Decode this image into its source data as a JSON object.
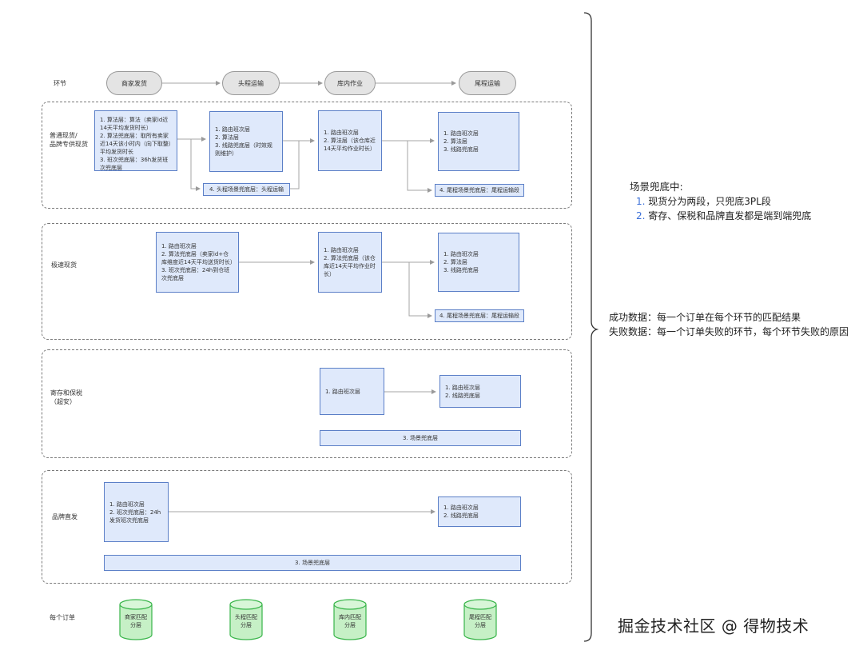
{
  "diagram": {
    "row_labels": {
      "stages": "环节",
      "normal": [
        "普通现货/",
        "品牌专供现货"
      ],
      "express": "极速现货",
      "consign": [
        "寄存和保税",
        "（超安）"
      ],
      "brand": "品牌直发",
      "order": "每个订单"
    },
    "stages": [
      "商家发货",
      "头程运输",
      "库内作业",
      "尾程运输"
    ],
    "normal": {
      "seller_box": [
        "1. 算法层：算法（卖家id近14天平均发货时长）",
        "2. 算法兜底层：取所有卖家近14天该小时内（向下取整）平均发货时长",
        "3. 班次兜底层：36h发货班次兜底层"
      ],
      "first_box": [
        "1. 路由班次层",
        "2. 算法层",
        "3. 线路兜底层（时效规则维护）"
      ],
      "warehouse_box": [
        "1. 路由班次层",
        "2. 算法层（该仓库近14天平均作业时长）"
      ],
      "last_box": [
        "1. 路由班次层",
        "2. 算法层",
        "3. 线路兜底层"
      ],
      "first_scene_bar": "4. 头程场景兜底层：头程运输",
      "last_scene_bar": "4. 尾程场景兜底层：尾程运输段"
    },
    "express": {
      "seller_box": [
        "1. 路由班次层",
        "2. 算法兜底层（卖家id+仓库维度近14天平均送货时长）",
        "3. 班次兜底层：24h到仓班次兜底层"
      ],
      "warehouse_box": [
        "1. 路由班次层",
        "2. 算法兜底层（该仓库近14天平均作业时长）"
      ],
      "last_box": [
        "1. 路由班次层",
        "2. 算法层",
        "3. 线路兜底层"
      ],
      "last_scene_bar": "4. 尾程场景兜底层：尾程运输段"
    },
    "consign": {
      "warehouse_box": [
        "1. 路由班次层"
      ],
      "last_box": [
        "1. 路由班次层",
        "2. 线路兜底层"
      ],
      "scene_bar": "3. 场景兜底层"
    },
    "brand": {
      "seller_box": [
        "1. 路由班次层",
        "2. 班次兜底层：24h发货班次兜底层"
      ],
      "last_box": [
        "1. 路由班次层",
        "2. 线路兜底层"
      ],
      "scene_bar": "3. 场景兜底层"
    },
    "order_cylinders": [
      [
        "商家匹配",
        "分层"
      ],
      [
        "头程匹配",
        "分层"
      ],
      [
        "库内匹配",
        "分层"
      ],
      [
        "尾程匹配",
        "分层"
      ]
    ]
  },
  "notes": {
    "scene_title": "场景兜底中:",
    "scene_items": [
      {
        "num": "1.",
        "text": "现货分为两段，只兜底3PL段"
      },
      {
        "num": "2.",
        "text": "寄存、保税和品牌直发都是端到端兜底"
      }
    ],
    "success": "成功数据：每一个订单在每个环节的匹配结果",
    "failure": "失败数据：每一个订单失败的环节，每个环节失败的原因"
  },
  "watermark": "掘金技术社区 @ 得物技术",
  "colors": {
    "box_fill": "#dfe9fb",
    "box_border": "#5b7fc7",
    "stage_fill": "#e4e4e4",
    "cylinder_fill": "#c6f0c6",
    "cylinder_border": "#39b54a",
    "accent_number": "#3a6fd8"
  }
}
